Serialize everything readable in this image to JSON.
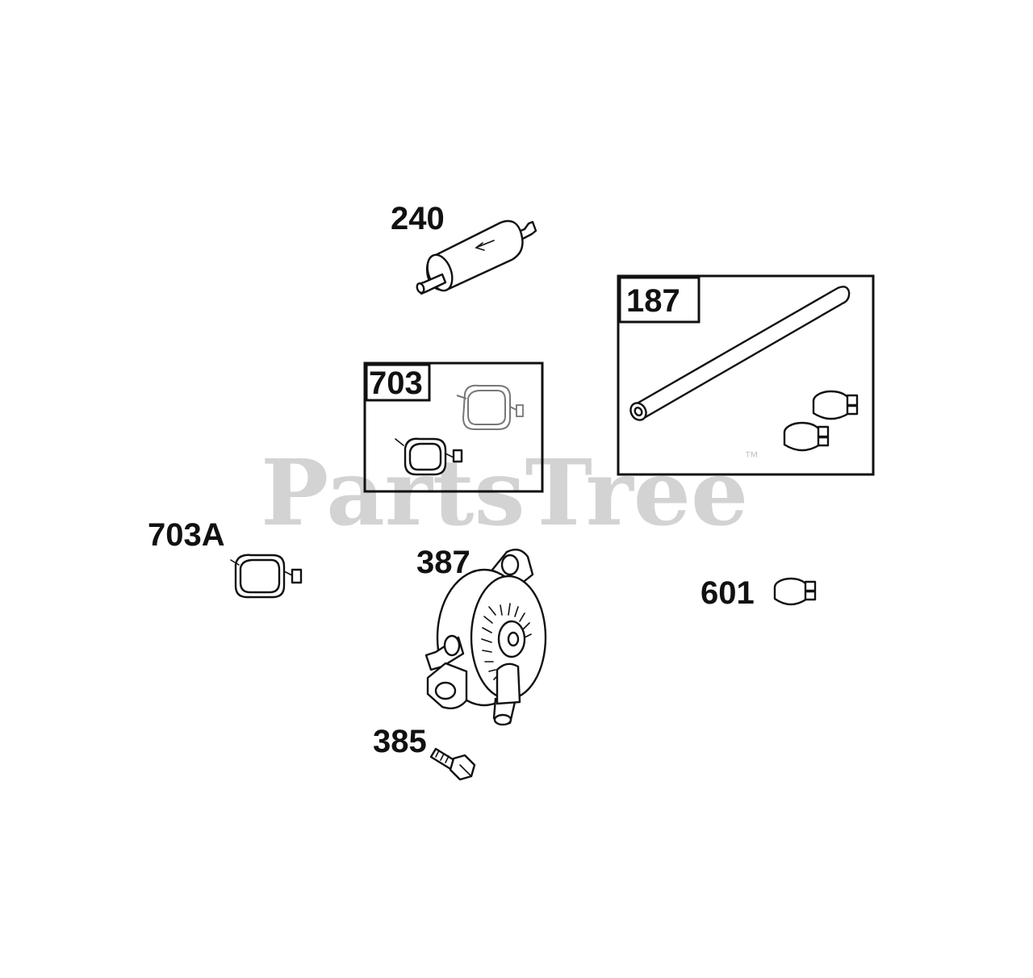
{
  "watermark": {
    "text": "PartsTree",
    "trademark": "™"
  },
  "parts": [
    {
      "id": "240",
      "label": "240",
      "name": "fuel-filter"
    },
    {
      "id": "187",
      "label": "187",
      "name": "fuel-line-kit"
    },
    {
      "id": "703",
      "label": "703",
      "name": "hose-clamp-kit"
    },
    {
      "id": "703A",
      "label": "703A",
      "name": "hose-clamp"
    },
    {
      "id": "387",
      "label": "387",
      "name": "fuel-pump"
    },
    {
      "id": "601",
      "label": "601",
      "name": "hose-clamp"
    },
    {
      "id": "385",
      "label": "385",
      "name": "screw"
    }
  ]
}
